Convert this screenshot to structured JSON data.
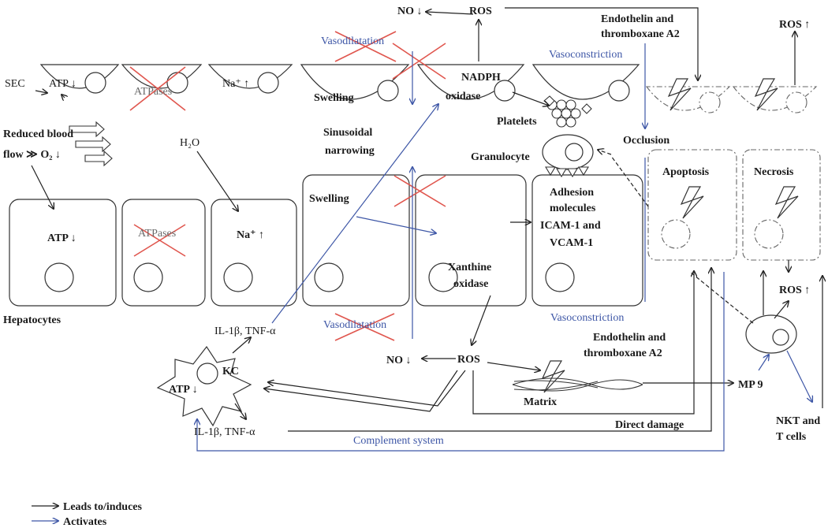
{
  "legend": {
    "leads_to": "Leads to/induces",
    "activates": "Activates"
  },
  "colors": {
    "black_arrow": "#222222",
    "blue_arrow": "#3d56a6",
    "cross": "#e0564e"
  },
  "labels": {
    "sec": "SEC",
    "reduced_blood_1": "Reduced blood",
    "reduced_blood_2": "flow ≫ O₂ ↓",
    "atp_down": "ATP ↓",
    "atpases": "ATPases",
    "na_up": "Na⁺ ↑",
    "h2o": "H₂O",
    "swelling": "Swelling",
    "sinusoidal_1": "Sinusoidal",
    "sinusoidal_2": "narrowing",
    "nadph_1": "NADPH",
    "nadph_2": "oxidase",
    "platelets": "Platelets",
    "granulocyte": "Granulocyte",
    "occlusion": "Occlusion",
    "no_down": "NO ↓",
    "ros": "ROS",
    "ros_up": "ROS ↑",
    "vasodilatation": "Vasodilatation",
    "vasoconstriction": "Vasoconstriction",
    "endothelin_1": "Endothelin and",
    "endothelin_2": "thromboxane A2",
    "apoptosis": "Apoptosis",
    "necrosis": "Necrosis",
    "adhesion_1": "Adhesion",
    "adhesion_2": "molecules",
    "adhesion_3": "ICAM-1 and",
    "adhesion_4": "VCAM-1",
    "xanthine_1": "Xanthine",
    "xanthine_2": "oxidase",
    "hepatocytes": "Hepatocytes",
    "il1_tnf": "IL-1β, TNF-α",
    "kc": "KC",
    "matrix": "Matrix",
    "mp9": "MP 9",
    "direct_damage": "Direct damage",
    "complement": "Complement system",
    "nkt_1": "NKT and",
    "nkt_2": "T cells"
  }
}
